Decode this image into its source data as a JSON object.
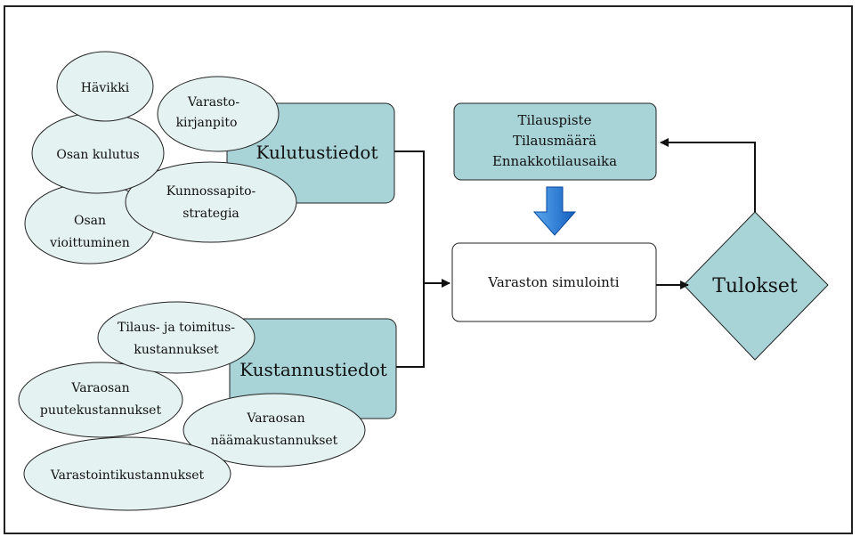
{
  "diagram": {
    "usage_data": {
      "label": "Kulutustiedot"
    },
    "cost_data": {
      "label": "Kustannustiedot"
    },
    "order_params": {
      "lines": [
        "Tilauspiste",
        "Tilausmäärä",
        "Ennakkotilausaika"
      ]
    },
    "simulation": {
      "label": "Varaston simulointi"
    },
    "results": {
      "label": "Tulokset"
    },
    "usage_factors": [
      {
        "lines": [
          "Hävikki"
        ]
      },
      {
        "lines": [
          "Varasto-",
          "kirjanpito"
        ]
      },
      {
        "lines": [
          "Osan kulutus"
        ]
      },
      {
        "lines": [
          "Kunnossapito-",
          "strategia"
        ]
      },
      {
        "lines": [
          "Osan",
          "vioittuminen"
        ]
      }
    ],
    "cost_factors": [
      {
        "lines": [
          "Tilaus- ja toimitus-",
          "kustannukset"
        ]
      },
      {
        "lines": [
          "Varaosan",
          "puutekustannukset"
        ]
      },
      {
        "lines": [
          "Varaosan",
          "näämakustannukset"
        ]
      },
      {
        "lines": [
          "Varastointikustannukset"
        ]
      }
    ],
    "colors": {
      "box_fill": "#a8d4d8",
      "ellipse_fill": "#e4f2f1",
      "arrow_blue": "#1f77d6",
      "stroke": "#222222"
    }
  }
}
